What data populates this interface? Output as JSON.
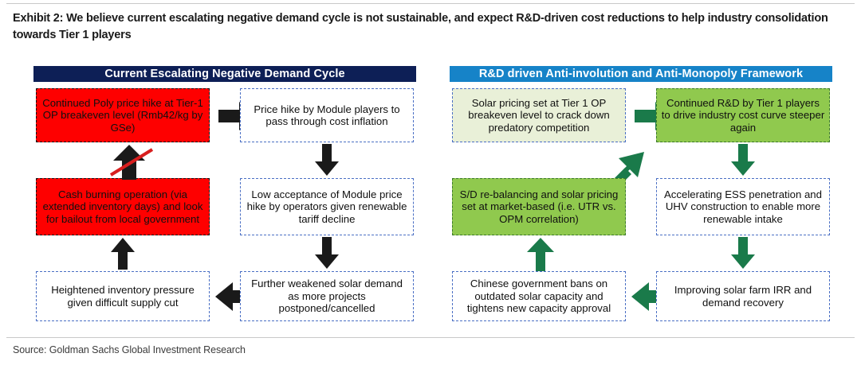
{
  "exhibit": {
    "title": "Exhibit 2: We believe current escalating negative demand cycle is not sustainable, and expect R&D-driven cost reductions to help industry consolidation towards Tier 1 players",
    "source": "Source: Goldman Sachs Global Investment Research"
  },
  "colors": {
    "left_header_bg": "#0d1f56",
    "right_header_bg": "#1683c8",
    "red_box_fill": "#fe0000",
    "green_box_fill": "#90c94e",
    "pale_green_box_fill": "#e9f0d8",
    "dashed_blue_border": "#4a6fc4",
    "black_arrow": "#1a1a1a",
    "green_arrow": "#1a7a4a",
    "strike_red": "#d81f1f"
  },
  "left_panel": {
    "header": "Current Escalating Negative Demand Cycle",
    "nodes": [
      {
        "id": "poly-price-hike",
        "text": "Continued Poly price hike at Tier-1 OP breakeven level (Rmb42/kg by GSe)",
        "style": "red"
      },
      {
        "id": "module-price-hike",
        "text": "Price hike by Module players to pass through cost inflation",
        "style": "dashed-white"
      },
      {
        "id": "low-acceptance",
        "text": "Low acceptance of Module price hike by operators given renewable tariff decline",
        "style": "dashed-white"
      },
      {
        "id": "weakened-demand",
        "text": "Further weakened solar demand as more projects postponed/cancelled",
        "style": "dashed-white"
      },
      {
        "id": "heightened-inventory",
        "text": "Heightened inventory pressure given difficult supply cut",
        "style": "dashed-white"
      },
      {
        "id": "cash-burning",
        "text": "Cash burning operation (via extended inventory days) and look for bailout from local government",
        "style": "red"
      }
    ],
    "arrows": [
      {
        "id": "arrow-right-top",
        "direction": "right",
        "color": "black"
      },
      {
        "id": "arrow-down-right-upper",
        "direction": "down",
        "color": "black"
      },
      {
        "id": "arrow-down-right-lower",
        "direction": "down",
        "color": "black"
      },
      {
        "id": "arrow-left-bottom",
        "direction": "left",
        "color": "black"
      },
      {
        "id": "arrow-up-left-lower",
        "direction": "up",
        "color": "black"
      },
      {
        "id": "arrow-up-left-upper-struck",
        "direction": "up",
        "color": "black",
        "struck_through": true
      }
    ]
  },
  "right_panel": {
    "header": "R&D driven Anti-involution and Anti-Monopoly Framework",
    "nodes": [
      {
        "id": "solar-pricing-tier1",
        "text": "Solar pricing set at Tier 1 OP breakeven level to crack down predatory competition",
        "style": "pale-green"
      },
      {
        "id": "continued-rnd",
        "text": "Continued R&D by Tier 1 players to drive industry cost curve steeper again",
        "style": "green"
      },
      {
        "id": "accelerating-ess",
        "text": "Accelerating ESS penetration and UHV construction to enable more renewable intake",
        "style": "dashed-white"
      },
      {
        "id": "improving-irr",
        "text": "Improving solar farm IRR and demand recovery",
        "style": "dashed-white"
      },
      {
        "id": "china-bans",
        "text": "Chinese government bans on outdated solar capacity and tightens new capacity approval",
        "style": "dashed-white"
      },
      {
        "id": "sd-rebalancing",
        "text": "S/D re-balancing and solar pricing set at market-based (i.e. UTR vs. OPM correlation)",
        "style": "green"
      }
    ],
    "arrows": [
      {
        "id": "arrow-right-top-green",
        "direction": "right",
        "color": "green"
      },
      {
        "id": "arrow-down-right-upper-green",
        "direction": "down",
        "color": "green"
      },
      {
        "id": "arrow-down-right-lower-green",
        "direction": "down",
        "color": "green"
      },
      {
        "id": "arrow-left-bottom-green",
        "direction": "left",
        "color": "green"
      },
      {
        "id": "arrow-up-left-lower-green",
        "direction": "up",
        "color": "green"
      },
      {
        "id": "arrow-diagonal-up-right-green",
        "direction": "up-right",
        "color": "green"
      }
    ]
  }
}
